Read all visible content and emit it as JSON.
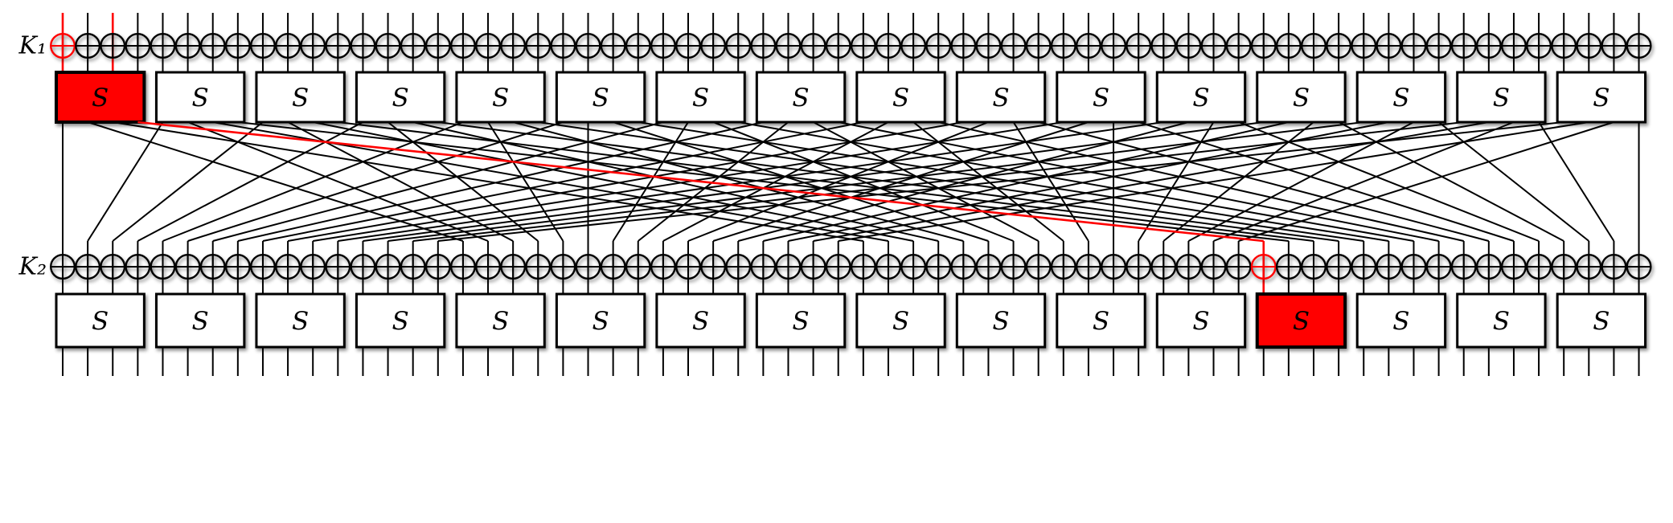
{
  "diagram": {
    "rounds": [
      {
        "key_label": "K₁",
        "sbox_label": "S",
        "num_sboxes": 16
      },
      {
        "key_label": "K₂",
        "sbox_label": "S",
        "num_sboxes": 16
      }
    ],
    "bits": 64,
    "bits_per_sbox": 4,
    "permutation_rule": "P(j) = (j mod 4) * 16 + floor(j / 4)",
    "highlight": {
      "color": "#ff0000",
      "round1_input_bits": [
        0,
        2
      ],
      "round1_xor_bits": [
        0
      ],
      "round1_active_sbox": 0,
      "round1_output_bit": 3,
      "round2_input_bit": 48,
      "round2_xor_bits": [
        48
      ],
      "round2_active_sbox": 12
    },
    "colors": {
      "line": "#000000",
      "sbox_fill": "#ffffff",
      "highlight": "#ff0000",
      "background": "#ffffff"
    }
  }
}
